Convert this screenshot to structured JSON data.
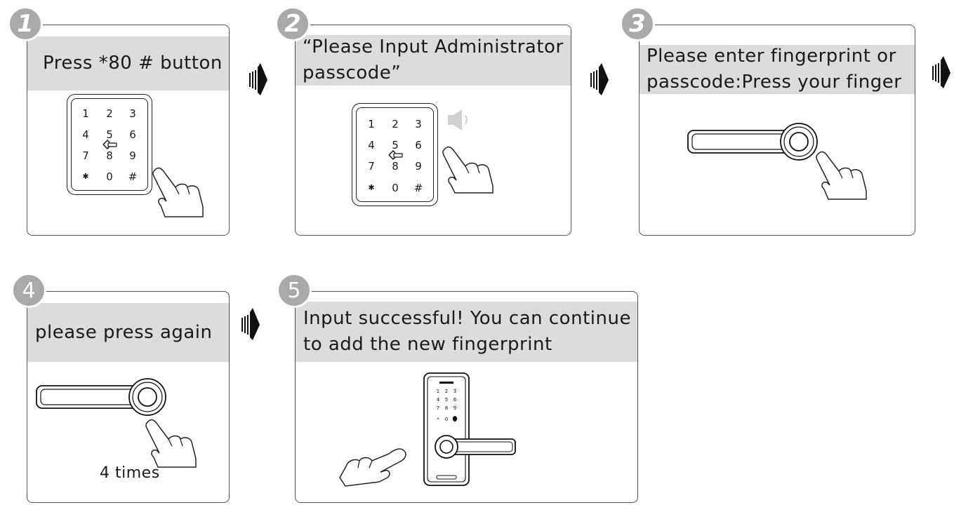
{
  "steps": [
    {
      "number": "1",
      "text": "Press *80 # button"
    },
    {
      "number": "2",
      "text": "“Please Input Administrator passcode”"
    },
    {
      "number": "3",
      "text": "Please enter fingerprint or passcode:Press your finger"
    },
    {
      "number": "4",
      "text": "please press again",
      "caption": "4 times"
    },
    {
      "number": "5",
      "text": "Input successful! You can continue to add the new fingerprint"
    }
  ],
  "keypad": {
    "keys": [
      "1",
      "2",
      "3",
      "4",
      "5",
      "6",
      "7",
      "8",
      "9",
      "✱",
      "0",
      "#"
    ]
  },
  "icons": {
    "arrow": "next-step-arrow-icon",
    "hand": "pointing-hand-icon",
    "speaker": "speaker-icon",
    "card": "card-key-icon",
    "handle": "door-handle-icon",
    "lock": "smart-lock-icon"
  }
}
